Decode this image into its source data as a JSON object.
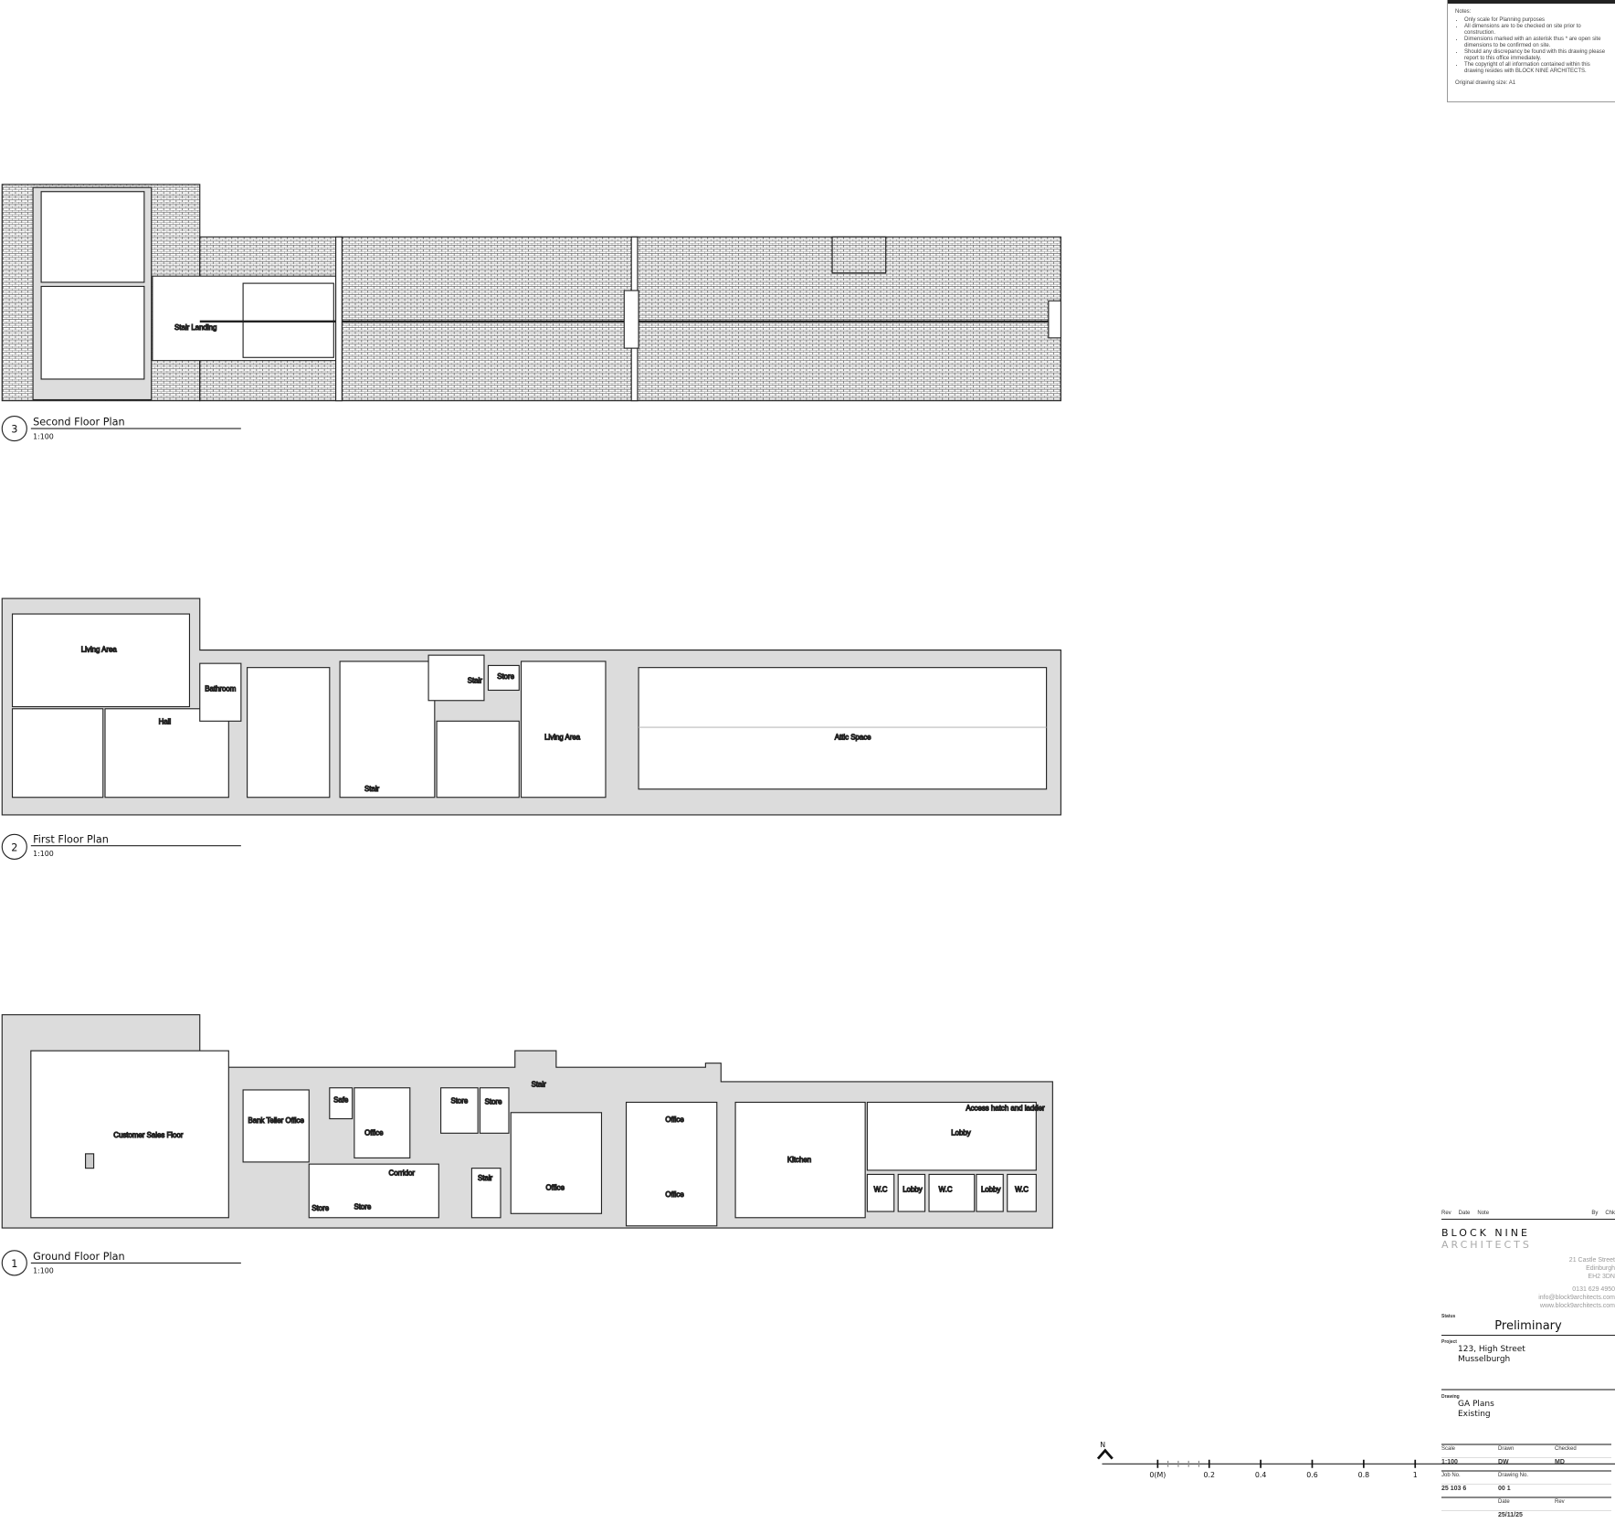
{
  "notes": {
    "heading": "Notes:",
    "items": [
      "Only scale for Planning purposes",
      "All dimensions are to be checked on site prior to construction.",
      "Dimensions marked with an asterisk thus * are open site dimensions to be confirmed on site.",
      "Should any discrepancy be found with this drawing please report to this office immediately.",
      "The copyright of all information contained within this drawing resides with BLOCK NINE ARCHITECTS."
    ],
    "original_size": "Original drawing size: A1"
  },
  "plans": [
    {
      "number": "3",
      "title": "Second Floor Plan",
      "scale": "1:100",
      "rooms": [
        "Stair Landing"
      ]
    },
    {
      "number": "2",
      "title": "First Floor Plan",
      "scale": "1:100",
      "rooms": [
        "Living Area",
        "Bathroom",
        "Hall",
        "Stair",
        "Store",
        "Stair",
        "Living Area",
        "Attic Space"
      ]
    },
    {
      "number": "1",
      "title": "Ground Floor Plan",
      "scale": "1:100",
      "rooms": [
        "Customer Sales Floor",
        "Bank Teller Office",
        "Safe",
        "Office",
        "Store",
        "Store",
        "Stair",
        "Corridor",
        "Store",
        "Store",
        "Stair",
        "Office",
        "Office",
        "Office",
        "Kitchen",
        "Lobby",
        "Access hatch and ladder",
        "W.C",
        "Lobby",
        "W.C",
        "Lobby",
        "W.C"
      ]
    }
  ],
  "scale_bar": {
    "north": "N",
    "ticks": [
      "0(M)",
      "0.2",
      "0.4",
      "0.6",
      "0.8",
      "1"
    ]
  },
  "title_block": {
    "rev_headers": [
      "Rev",
      "Date",
      "Note",
      "By",
      "Chk"
    ],
    "firm_bold": "BLOCK NINE",
    "firm_light": "ARCHITECTS",
    "address": [
      "21 Castle Street",
      "Edinburgh",
      "EH2 3DN"
    ],
    "phone": "0131 629 4950",
    "email": "info@block9architects.com",
    "web": "www.block9architects.com",
    "status_label": "Status",
    "status": "Preliminary",
    "project_label": "Project",
    "project": [
      "123, High Street",
      "Musselburgh"
    ],
    "drawing_label": "Drawing",
    "drawing": [
      "GA Plans",
      "Existing"
    ],
    "fields": [
      {
        "label": "Scale",
        "value": "1:100"
      },
      {
        "label": "Drawn",
        "value": "DW"
      },
      {
        "label": "Checked",
        "value": "MD"
      },
      {
        "label": "Job No.",
        "value": "25 103 6"
      },
      {
        "label": "Drawing No.",
        "value": "00 1"
      },
      {
        "label": "",
        "value": ""
      },
      {
        "label": "",
        "value": ""
      },
      {
        "label": "Date",
        "value": "25/11/25"
      },
      {
        "label": "Rev",
        "value": ""
      }
    ]
  },
  "colors": {
    "wall_fill": "#dcdcdc",
    "line": "#222222",
    "hatch": "#555555"
  }
}
